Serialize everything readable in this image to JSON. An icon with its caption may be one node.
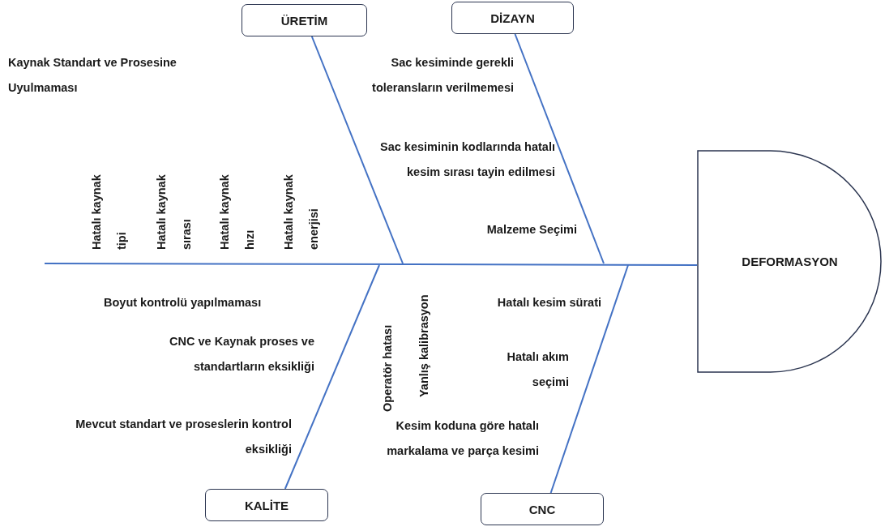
{
  "diagram": {
    "nodes": [
      {
        "text": [
          "ÜRETİM"
        ]
      },
      {
        "text": [
          "DİZAYN"
        ]
      },
      {
        "text": [
          "DEFORMASYON"
        ]
      },
      {
        "text": [
          "KALİTE"
        ]
      },
      {
        "text": [
          "CNC"
        ]
      }
    ],
    "edges": [
      {
        "from": null,
        "to": 2,
        "arrow": "none"
      },
      {
        "from": 0,
        "to": null,
        "arrow": "none"
      },
      {
        "from": 1,
        "to": null,
        "arrow": "none"
      },
      {
        "from": 3,
        "to": null,
        "arrow": "none"
      },
      {
        "from": 4,
        "to": null,
        "arrow": "none"
      }
    ],
    "labels": [
      "Kaynak Standart ve Prosesine Uyulmaması",
      "Sac kesiminde gerekli toleransların verilmemesi",
      "Hatalı kaynak tipi",
      "Hatalı kaynak sırası",
      "Hatalı kaynak hızı",
      "Hatalı kaynak enerjisi",
      "Sac kesiminin kodlarında hatalı kesim sırası tayin edilmesi",
      "Malzeme Seçimi",
      "Boyut kontrolü yapılmaması",
      "Operatör hatası",
      "Yanlış kalibrasyon",
      "Hatalı kesim sürati",
      "CNC ve Kaynak proses ve standartların eksikliği",
      "Hatalı akım seçimi",
      "Mevcut standart ve proseslerin kontrol eksikliği",
      "Kesim koduna göre hatalı markalama ve parça kesimi"
    ]
  }
}
